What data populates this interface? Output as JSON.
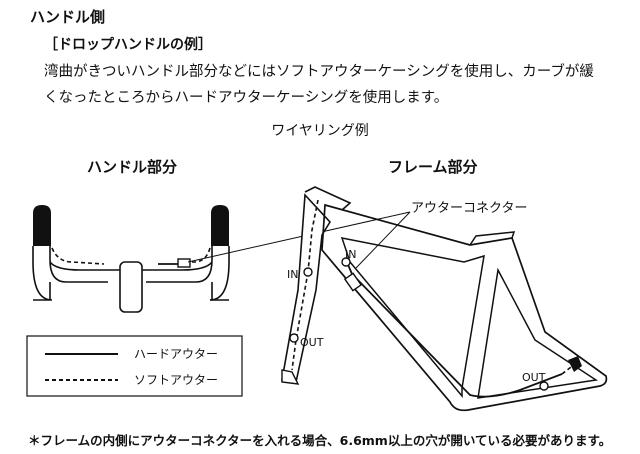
{
  "header": {
    "section_title": "ハンドル側",
    "subheading": "［ドロップハンドルの例］",
    "description_line1": "湾曲がきついハンドル部分などにはソフトアウターケーシングを使用し、カーブが緩",
    "description_line2": "くなったところからハードアウターケーシングを使用します。"
  },
  "diagram": {
    "title": "ワイヤリング例",
    "handlebar_label": "ハンドル部分",
    "frame_label": "フレーム部分",
    "connector_label": "アウターコネクター",
    "port_labels": {
      "in_left": "IN",
      "in_right": "IN",
      "out_fork": "OUT",
      "out_rear": "OUT"
    },
    "legend": {
      "hard_outer": "ハードアウター",
      "soft_outer": "ソフトアウター"
    }
  },
  "footnote": "＊フレームの内側にアウターコネクターを入れる場合、6.6mm以上の穴が開いている必要があります。"
}
